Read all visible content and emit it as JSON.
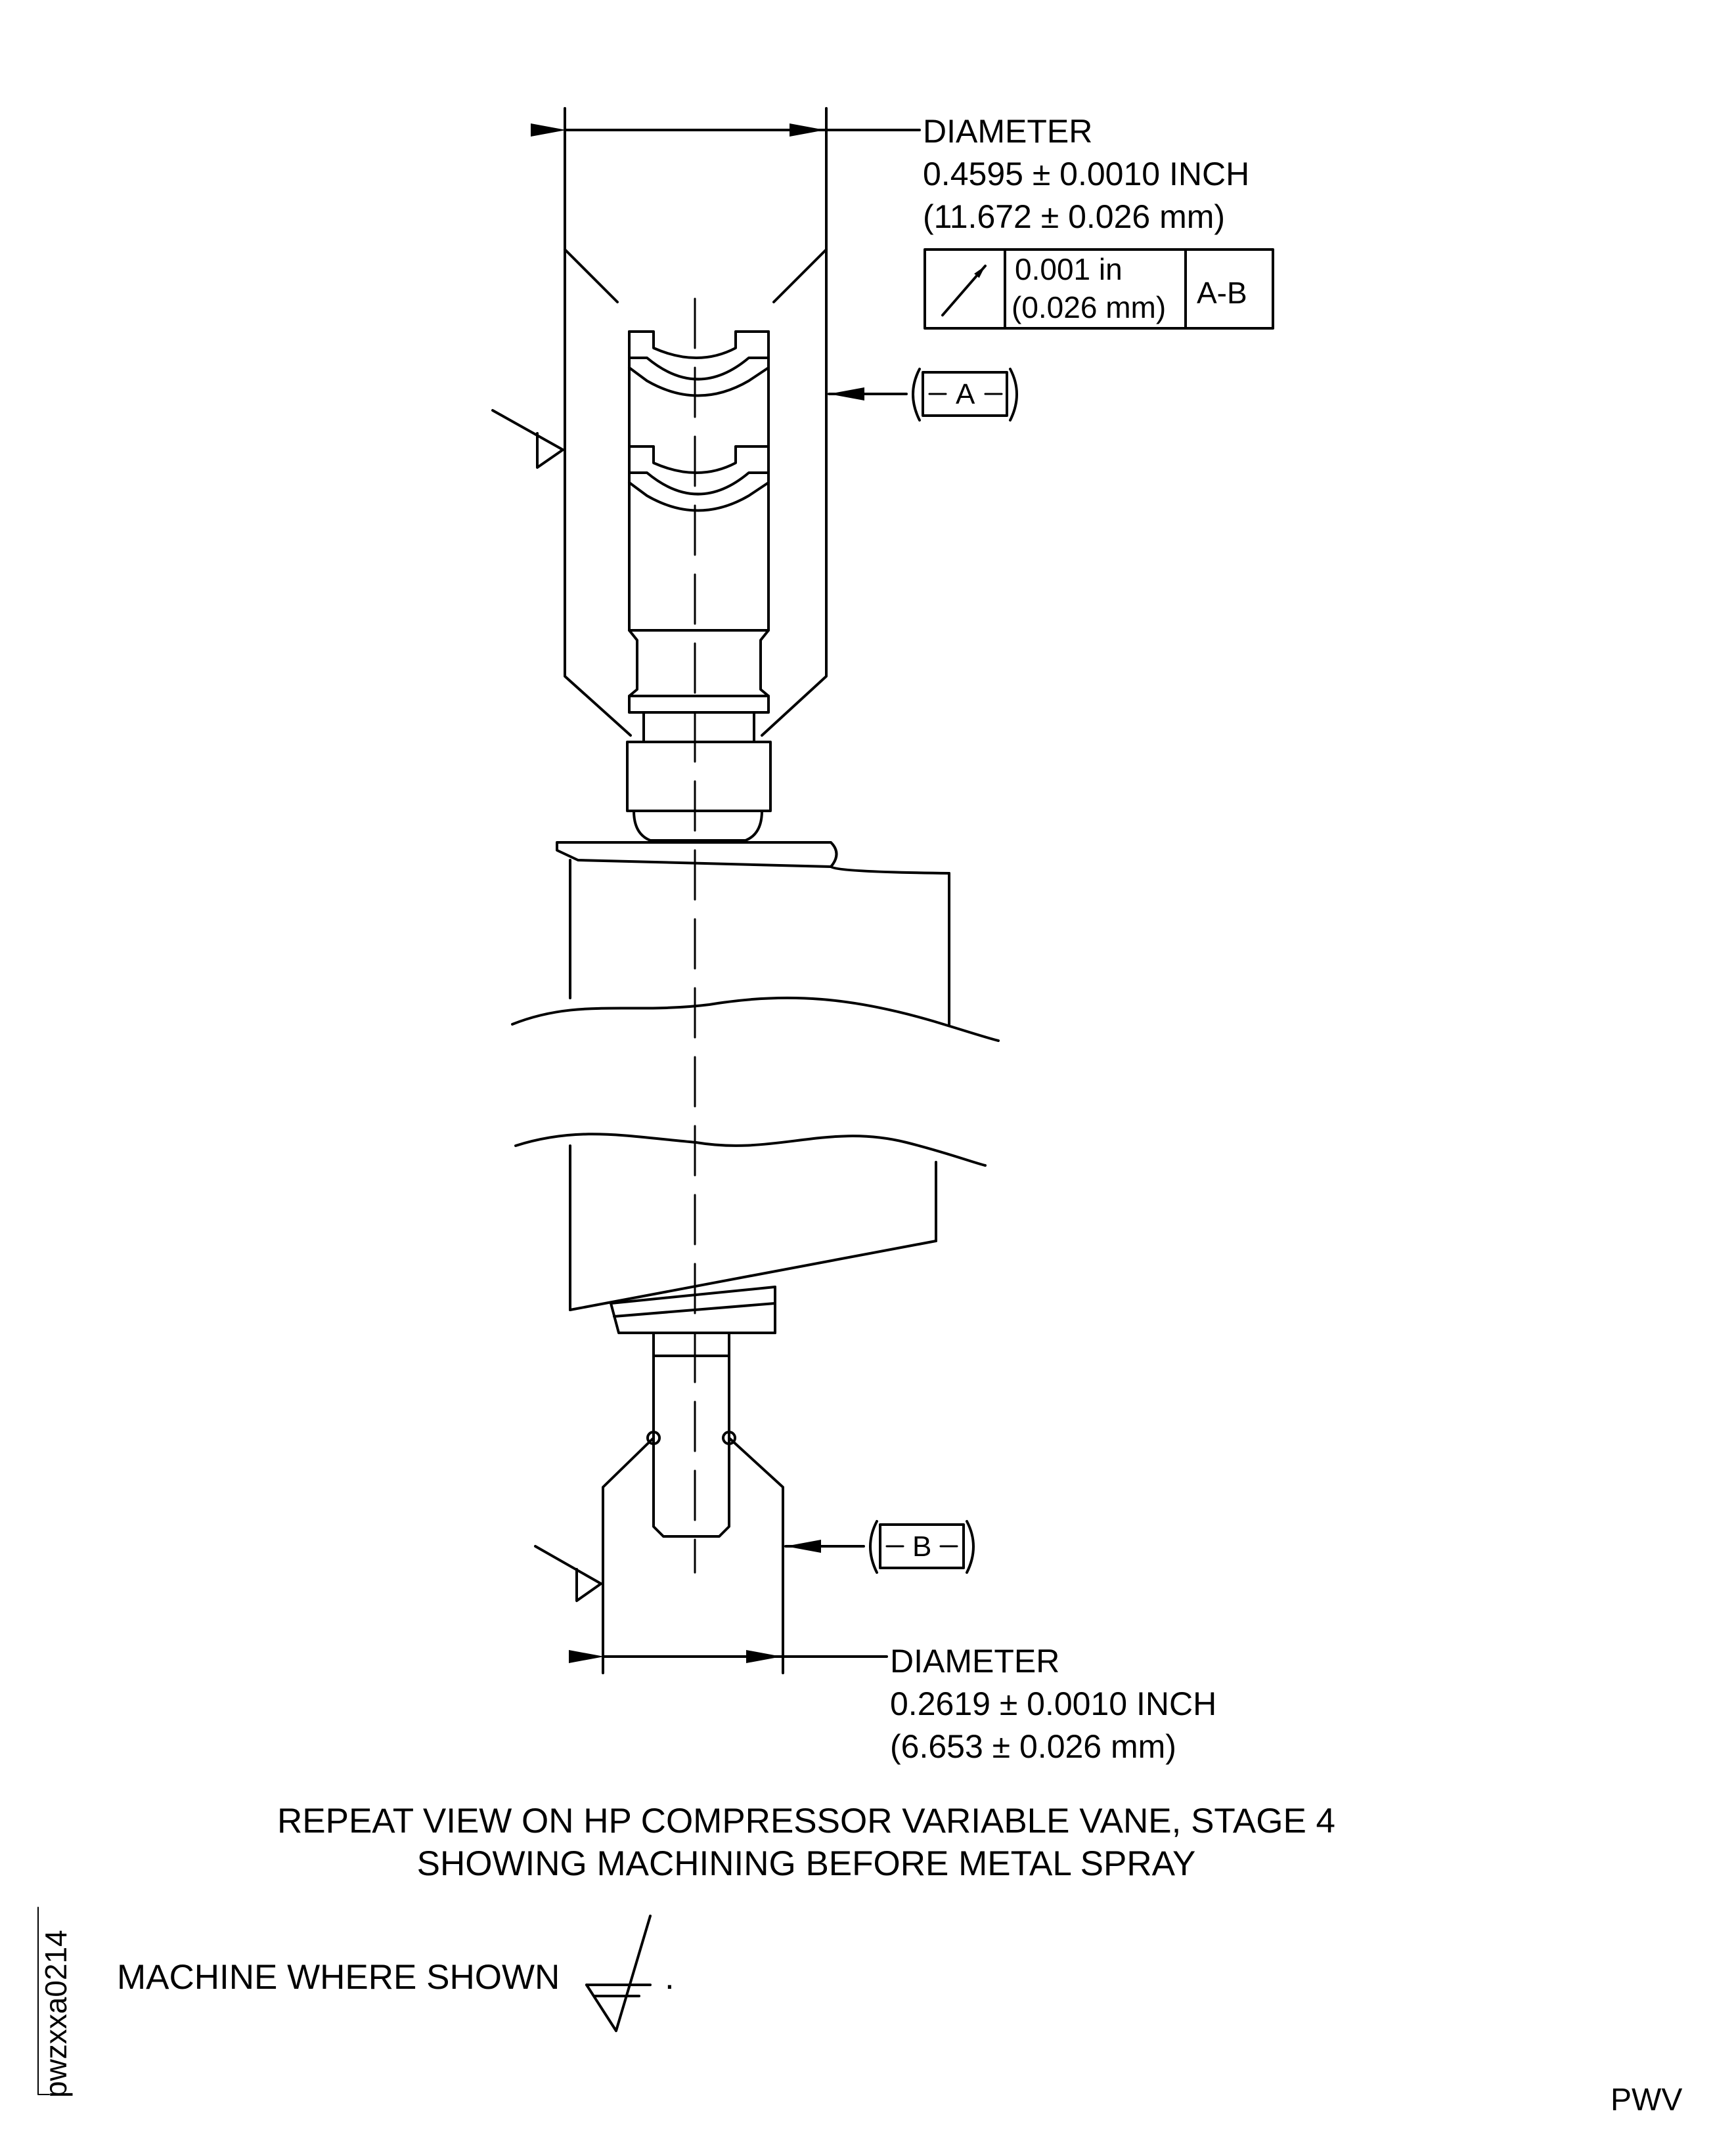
{
  "upper_dimension": {
    "label": "DIAMETER",
    "inch": "0.4595 ± 0.0010 INCH",
    "mm": "(11.672 ± 0.026 mm)"
  },
  "feature_control_frame": {
    "symbol": "circular-runout-arrow",
    "tolerance_in": "0.001 in",
    "tolerance_mm": "(0.026 mm)",
    "datum_ref": "A-B"
  },
  "datum_a": {
    "label": "A"
  },
  "datum_b": {
    "label": "B"
  },
  "lower_dimension": {
    "label": "DIAMETER",
    "inch": "0.2619 ± 0.0010 INCH",
    "mm": "(6.653 ± 0.026 mm)"
  },
  "caption": {
    "line1": "REPEAT VIEW ON HP COMPRESSOR VARIABLE VANE, STAGE 4",
    "line2": "SHOWING MACHINING BEFORE METAL SPRAY"
  },
  "note": {
    "text": "MACHINE WHERE SHOWN",
    "trailing": ".",
    "symbol": "machining-surface-symbol"
  },
  "figure_id": "pwzxxa0214",
  "footer_code": "PWV"
}
